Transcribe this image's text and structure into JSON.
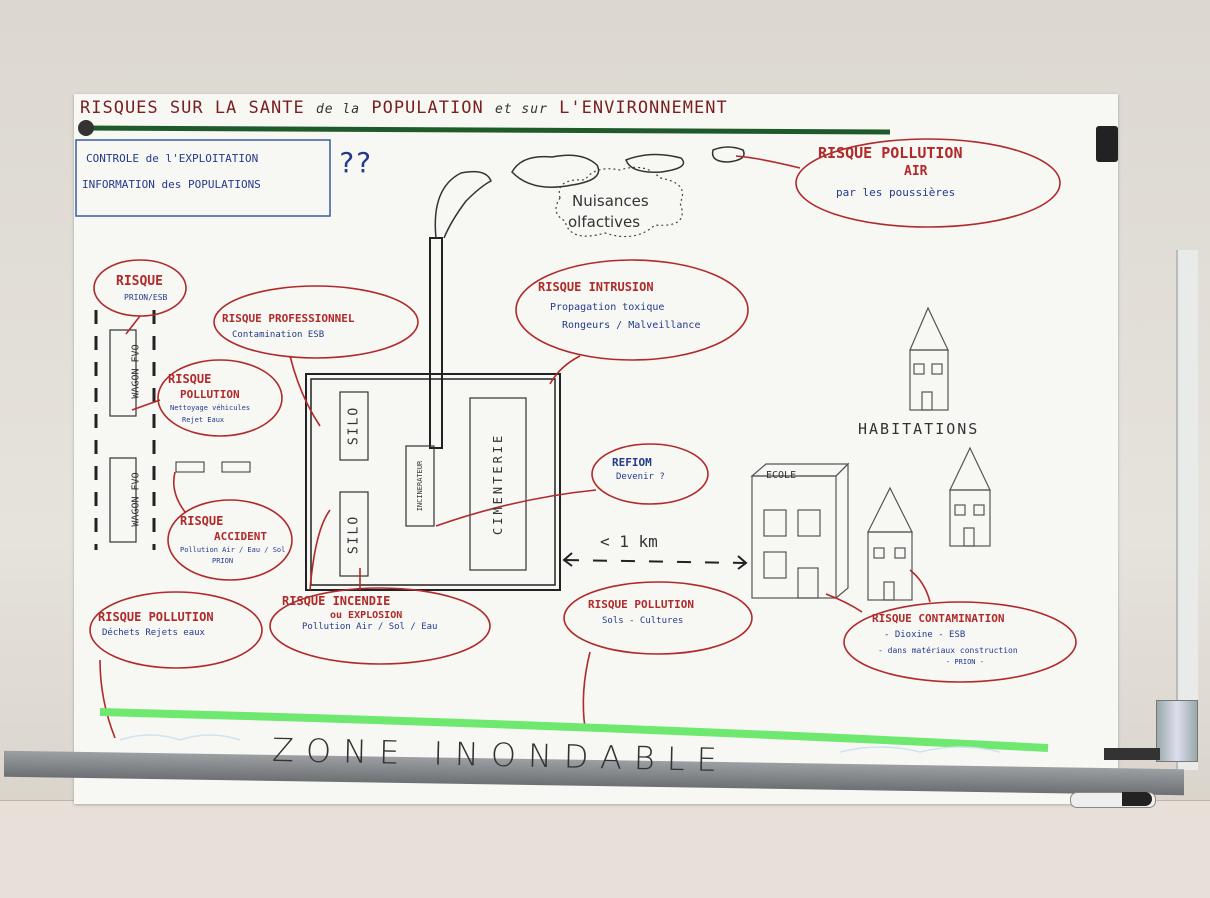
{
  "title": {
    "part1": "RISQUES SUR LA SANTE",
    "part2": "de la",
    "part3": "POPULATION",
    "part4": "et sur",
    "part5": "L'ENVIRONNEMENT"
  },
  "control_box": {
    "line1": "CONTROLE de l'EXPLOITATION",
    "line2": "INFORMATION des POPULATIONS",
    "marks": "??"
  },
  "nuisances": {
    "line1": "Nuisances",
    "line2": "olfactives"
  },
  "pollution_air": {
    "title": "RISQUE POLLUTION",
    "title2": "AIR",
    "sub": "par les poussières"
  },
  "prion": {
    "title": "RISQUE",
    "sub": "PRION/ESB"
  },
  "professionnel": {
    "title": "RISQUE PROFESSIONNEL",
    "sub": "Contamination ESB"
  },
  "intrusion": {
    "title": "RISQUE INTRUSION",
    "sub1": "Propagation toxique",
    "sub2": "Rongeurs / Malveillance"
  },
  "pollution_wagon": {
    "title1": "RISQUE",
    "title2": "POLLUTION",
    "sub1": "Nettoyage véhicules",
    "sub2": "Rejet Eaux"
  },
  "wagons": {
    "top": "WAGON FVO",
    "bottom": "WAGON FVO"
  },
  "buildings": {
    "silo_top": "SILO",
    "silo_bottom": "SILO",
    "incinerateur": "INCINERATEUR",
    "cimenterie": "CIMENTERIE"
  },
  "refiom": {
    "title": "REFIOM",
    "sub": "Devenir ?"
  },
  "distance": "< 1 km",
  "habitations": "HABITATIONS",
  "ecole": "ECOLE",
  "accident": {
    "title1": "RISQUE",
    "title2": "ACCIDENT",
    "sub1": "Pollution Air / Eau / Sol",
    "sub2": "PRION"
  },
  "pollution_dechets": {
    "title": "RISQUE POLLUTION",
    "sub": "Déchets Rejets eaux"
  },
  "incendie": {
    "title1": "RISQUE INCENDIE",
    "title2": "ou EXPLOSION",
    "sub": "Pollution Air / Sol / Eau"
  },
  "pollution_sols": {
    "title": "RISQUE POLLUTION",
    "sub": "Sols - Cultures"
  },
  "contamination": {
    "title": "RISQUE CONTAMINATION",
    "sub1": "- Dioxine - ESB",
    "sub2": "- dans matériaux construction",
    "sub3": "- PRION -"
  },
  "zone": "ZONE INONDABLE",
  "colors": {
    "marker_red": "#b02a2a",
    "marker_blue": "#243a8c",
    "marker_green": "#6ee86e",
    "marker_black": "#333333"
  }
}
